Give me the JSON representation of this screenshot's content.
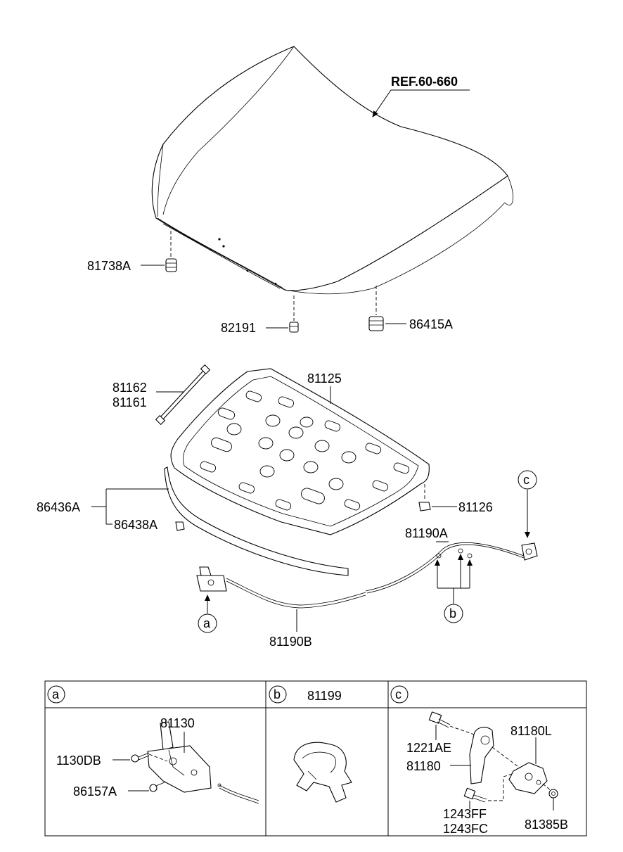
{
  "reference": "REF.60-660",
  "parts": {
    "p81738A": "81738A",
    "p82191": "82191",
    "p86415A": "86415A",
    "p81125": "81125",
    "p81162": "81162",
    "p81161": "81161",
    "p86436A": "86436A",
    "p86438A": "86438A",
    "p81126": "81126",
    "p81190A": "81190A",
    "p81190B": "81190B"
  },
  "callouts": {
    "a": "a",
    "b": "b",
    "c": "c"
  },
  "table": {
    "section_a": {
      "label": "a",
      "parts": {
        "p81130": "81130",
        "p1130DB": "1130DB",
        "p86157A": "86157A"
      }
    },
    "section_b": {
      "label": "b",
      "title": "81199"
    },
    "section_c": {
      "label": "c",
      "parts": {
        "p1221AE": "1221AE",
        "p81180L": "81180L",
        "p81180": "81180",
        "p1243FF": "1243FF",
        "p1243FC": "1243FC",
        "p81385B": "81385B"
      }
    }
  }
}
